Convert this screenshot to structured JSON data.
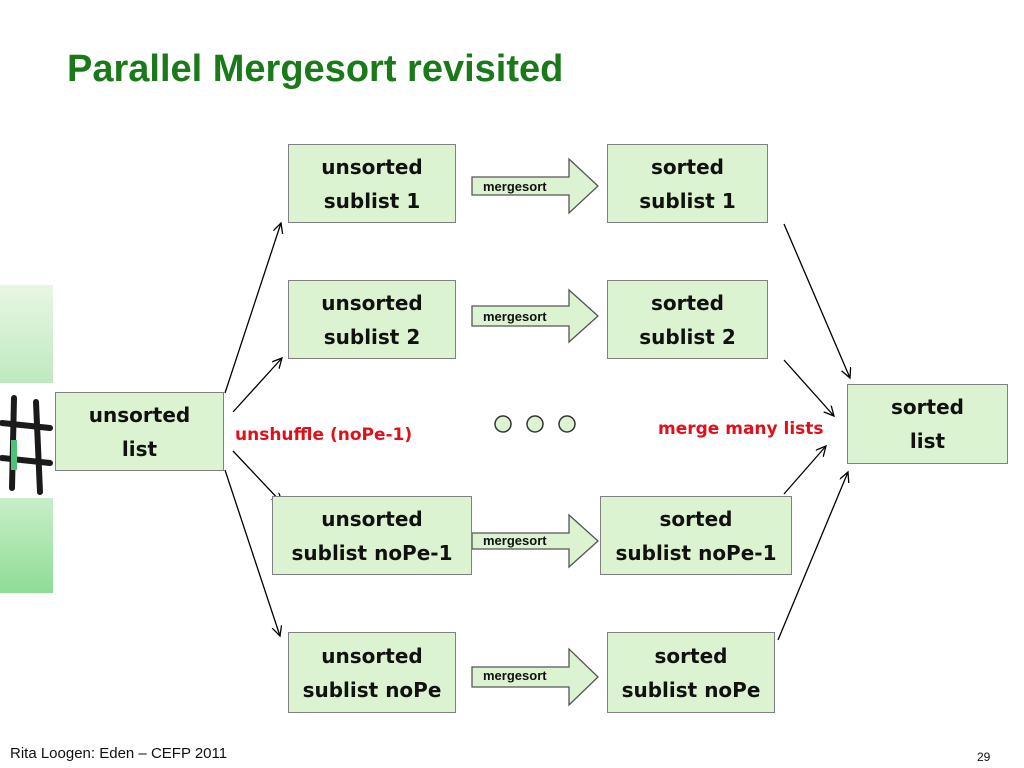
{
  "slide": {
    "title": "Parallel Mergesort revisited",
    "footer": "Rita Loogen: Eden – CEFP 2011",
    "page_number": "29"
  },
  "diagram": {
    "input_box": [
      "unsorted",
      "list"
    ],
    "output_box": [
      "sorted",
      "list"
    ],
    "split_label": "unshuffle (noPe-1)",
    "merge_label": "merge many lists",
    "step_label": "mergesort",
    "rows": [
      {
        "unsorted": [
          "unsorted",
          "sublist 1"
        ],
        "sorted": [
          "sorted",
          "sublist 1"
        ]
      },
      {
        "unsorted": [
          "unsorted",
          "sublist 2"
        ],
        "sorted": [
          "sorted",
          "sublist 2"
        ]
      },
      {
        "unsorted": [
          "unsorted",
          "sublist  noPe-1"
        ],
        "sorted": [
          "sorted",
          "sublist noPe-1"
        ]
      },
      {
        "unsorted": [
          "unsorted",
          "sublist noPe"
        ],
        "sorted": [
          "sorted",
          "sublist noPe"
        ]
      }
    ]
  },
  "colors": {
    "title": "#1a7a1a",
    "box_fill": "#dbf3d1",
    "label_red": "#e0101a"
  }
}
